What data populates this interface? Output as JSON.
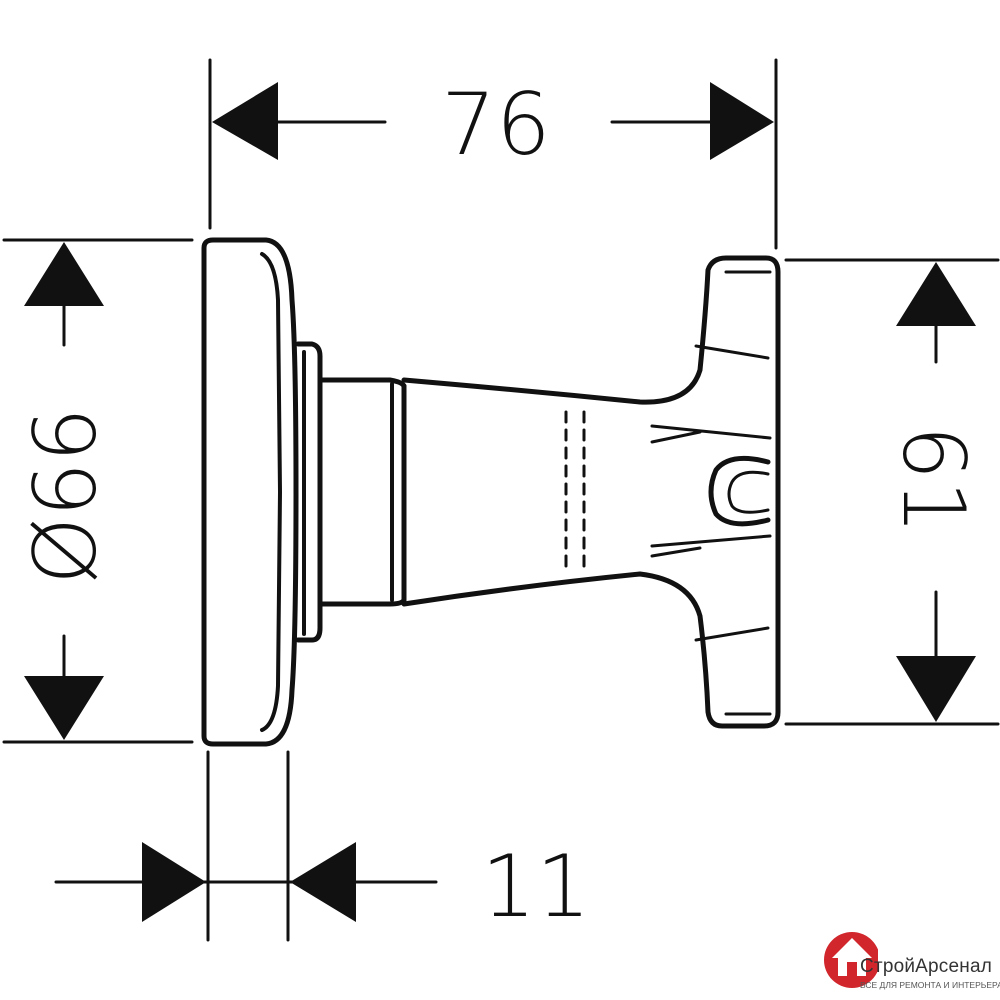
{
  "dimensions": {
    "width_top": "76",
    "diameter": "Ø66",
    "height_right": "61",
    "depth_bottom": "11"
  },
  "logo": {
    "brand": "СтройАрсенал",
    "tagline": "ВСЕ ДЛЯ РЕМОНТА И ИНТЕРЬЕРА",
    "accent_color": "#d0262c"
  },
  "colors": {
    "line": "#111111",
    "background": "#ffffff"
  }
}
